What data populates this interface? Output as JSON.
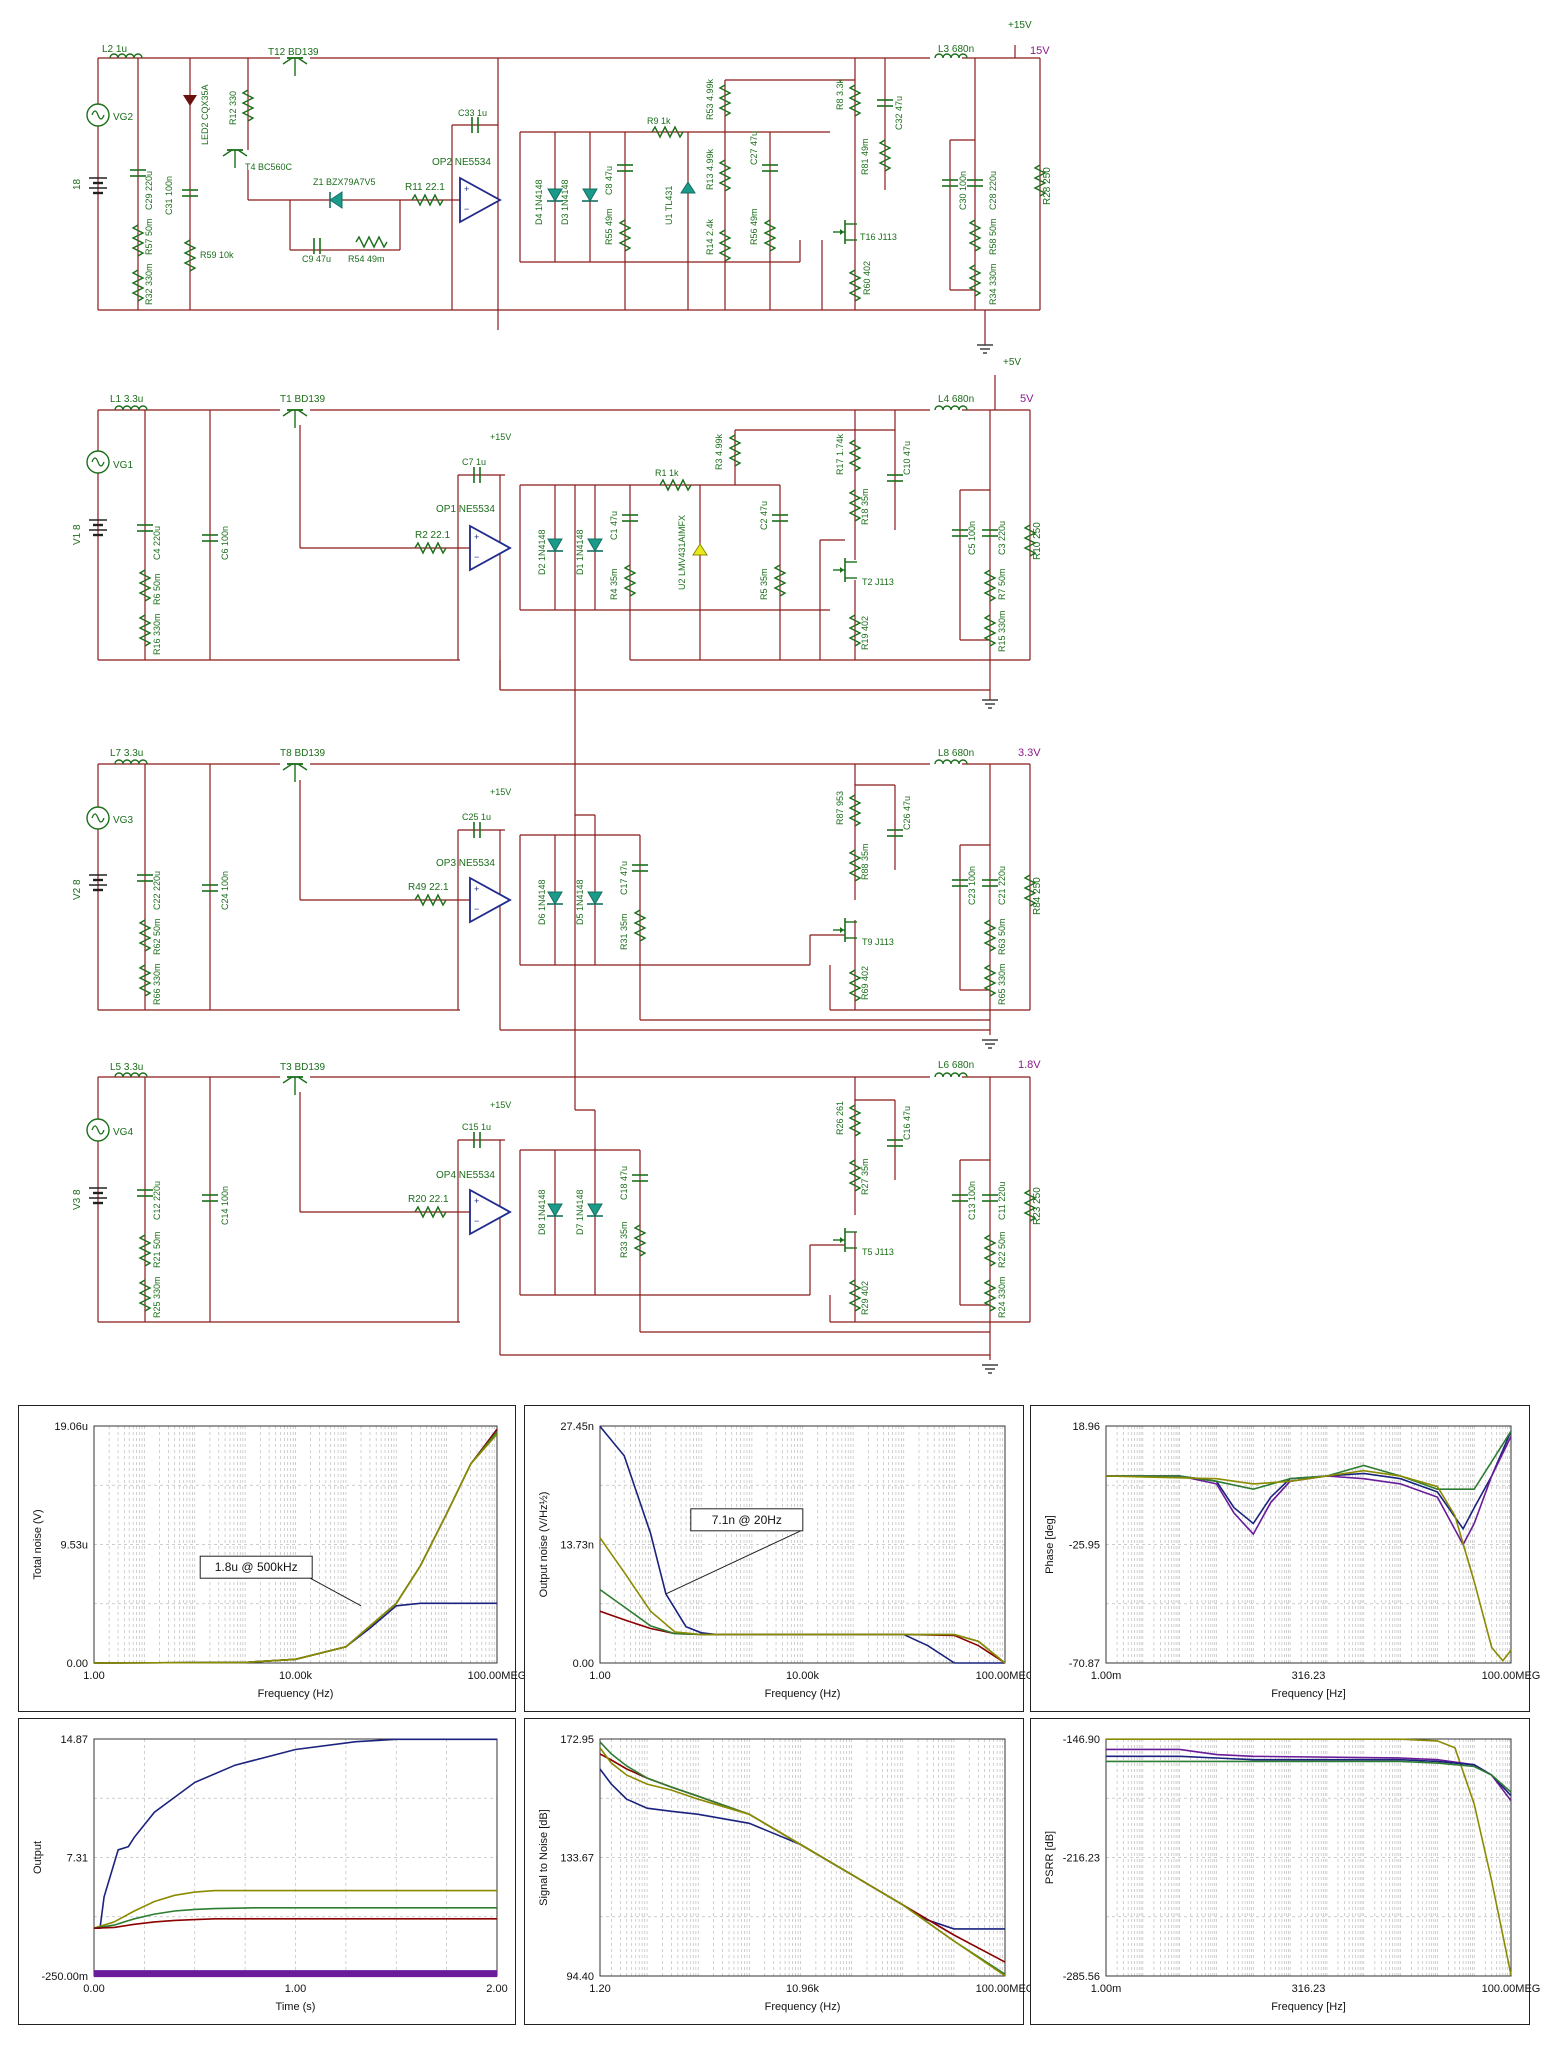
{
  "schematic": {
    "rails": [
      {
        "net": "15V",
        "source": "VG2",
        "battery": "18",
        "l_in": "L2 1u",
        "pass": "T12 BD139",
        "l_out": "L3 680n",
        "opamp": "OP2 NE5534",
        "r_drive": "R11 22.1",
        "load": "R28 250",
        "top_label": "+15V"
      },
      {
        "net": "5V",
        "source": "VG1",
        "battery": "V1 8",
        "l_in": "L1 3.3u",
        "pass": "T1 BD139",
        "l_out": "L4 680n",
        "opamp": "OP1 NE5534",
        "r_drive": "R2 22.1",
        "load": "R10 250",
        "top_label": "+5V"
      },
      {
        "net": "3.3V",
        "source": "VG3",
        "battery": "V2 8",
        "l_in": "L7 3.3u",
        "pass": "T8 BD139",
        "l_out": "L8 680n",
        "opamp": "OP3 NE5534",
        "r_drive": "R49 22.1",
        "load": "R84 250",
        "top_label": ""
      },
      {
        "net": "1.8V",
        "source": "VG4",
        "battery": "V3 8",
        "l_in": "L5 3.3u",
        "pass": "T3 BD139",
        "l_out": "L6 680n",
        "opamp": "OP4 NE5534",
        "r_drive": "R20 22.1",
        "load": "R23 250",
        "top_label": ""
      }
    ],
    "labels": {
      "r1": [
        "C29 220u",
        "R57 50m",
        "R32 330m",
        "C31 100n",
        "R59 10k",
        "LED2 CQX35A",
        "R12 330",
        "T4 BC560C",
        "Z1 BZX79A7V5",
        "C9 47u",
        "R54 49m",
        "C33 1u",
        "D4 1N4148",
        "D3 1N4148",
        "C8 47u",
        "R55 49m",
        "R9 1k",
        "R53 4.99k",
        "U1 TL431",
        "R13 4.99k",
        "R14 2.4k",
        "C27 47u",
        "R56 49m",
        "R8 3.3k",
        "R81 49m",
        "C32 47u",
        "T16 J113",
        "R60 402",
        "C30 100n",
        "C28 220u",
        "R58 50m",
        "R34 330m"
      ],
      "r2": [
        "C4 220u",
        "R6 50m",
        "R16 330m",
        "C6 100n",
        "C7 1u",
        "+15V",
        "D2 1N4148",
        "D1 1N4148",
        "C1 47u",
        "R4 35m",
        "R1 1k",
        "R3 4.99k",
        "U2 LMV431AIMFX",
        "C2 47u",
        "R5 35m",
        "R17 1.74k",
        "R18 35m",
        "C10 47u",
        "T2 J113",
        "R19 402",
        "C5 100n",
        "C3 220u",
        "R7 50m",
        "R15 330m"
      ],
      "r3": [
        "C22 220u",
        "R62 50m",
        "R66 330m",
        "C24 100n",
        "C25 1u",
        "+15V",
        "D6 1N4148",
        "D5 1N4148",
        "C17 47u",
        "R31 35m",
        "R87 953",
        "R88 35m",
        "C26 47u",
        "T9 J113",
        "R69 402",
        "C23 100n",
        "C21 220u",
        "R63 50m",
        "R65 330m"
      ],
      "r4": [
        "C12 220u",
        "R21 50m",
        "R25 330m",
        "C14 100n",
        "C15 1u",
        "+15V",
        "D8 1N4148",
        "D7 1N4148",
        "C18 47u",
        "R33 35m",
        "R26 261",
        "R27 35m",
        "C16 47u",
        "T5 J113",
        "R29 402",
        "C13 100n",
        "C11 220u",
        "R22 50m",
        "R24 330m"
      ]
    }
  },
  "plots": [
    {
      "id": "p1",
      "type": "line",
      "ylabel": "Total noise (V)",
      "xlabel": "Frequency (Hz)",
      "yticks": [
        "19.06u",
        "9.53u",
        "0.00"
      ],
      "xticks": [
        "1.00",
        "10.00k",
        "100.00MEG"
      ],
      "annotation": "1.8u @ 500kHz"
    },
    {
      "id": "p2",
      "type": "line",
      "ylabel": "Output noise (V/Hz½)",
      "xlabel": "Frequency (Hz)",
      "yticks": [
        "27.45n",
        "13.73n",
        "0.00"
      ],
      "xticks": [
        "1.00",
        "10.00k",
        "100.00MEG"
      ],
      "annotation": "7.1n @ 20Hz"
    },
    {
      "id": "p3",
      "type": "line",
      "ylabel": "Phase [deg]",
      "xlabel": "Frequency [Hz]",
      "yticks": [
        "18.96",
        "-25.95",
        "-70.87"
      ],
      "xticks": [
        "1.00m",
        "316.23",
        "100.00MEG"
      ],
      "annotation": ""
    },
    {
      "id": "p4",
      "type": "line",
      "ylabel": "Output",
      "xlabel": "Time (s)",
      "yticks": [
        "14.87",
        "7.31",
        "-250.00m"
      ],
      "xticks": [
        "0.00",
        "1.00",
        "2.00"
      ],
      "annotation": ""
    },
    {
      "id": "p5",
      "type": "line",
      "ylabel": "Signal to Noise [dB]",
      "xlabel": "Frequency (Hz)",
      "yticks": [
        "172.95",
        "133.67",
        "94.40"
      ],
      "xticks": [
        "1.20",
        "10.96k",
        "100.00MEG"
      ],
      "annotation": ""
    },
    {
      "id": "p6",
      "type": "line",
      "ylabel": "PSRR [dB]",
      "xlabel": "Frequency [Hz]",
      "yticks": [
        "-146.90",
        "-216.23",
        "-285.56"
      ],
      "xticks": [
        "1.00m",
        "316.23",
        "100.00MEG"
      ],
      "annotation": ""
    }
  ],
  "chart_data": [
    {
      "type": "line",
      "ylabel": "Total noise (V)",
      "xlabel": "Frequency (Hz)",
      "xscale": "log",
      "xlim": [
        1,
        100000000
      ],
      "ylim": [
        0,
        19.06
      ],
      "series": [
        {
          "color": "#1a237e",
          "x": [
            1,
            1000,
            10000,
            100000,
            300000,
            1000000,
            3000000,
            100000000
          ],
          "y": [
            0,
            0.05,
            0.3,
            1.3,
            2.8,
            4.6,
            4.8,
            4.8
          ]
        },
        {
          "color": "#8b0000",
          "x": [
            1,
            1000,
            10000,
            100000,
            1000000,
            3000000,
            10000000,
            30000000,
            100000000
          ],
          "y": [
            0,
            0.05,
            0.3,
            1.3,
            4.8,
            7.8,
            12,
            16,
            18.8
          ]
        },
        {
          "color": "#2e7d32",
          "x": [
            1,
            1000,
            10000,
            100000,
            1000000,
            3000000,
            10000000,
            30000000,
            100000000
          ],
          "y": [
            0,
            0.05,
            0.3,
            1.3,
            4.8,
            7.8,
            12,
            16,
            18.6
          ]
        },
        {
          "color": "#8b8b00",
          "x": [
            1,
            1000,
            10000,
            100000,
            1000000,
            3000000,
            10000000,
            30000000,
            100000000
          ],
          "y": [
            0,
            0.05,
            0.3,
            1.3,
            4.8,
            7.8,
            12,
            16,
            18.4
          ]
        }
      ]
    },
    {
      "type": "line",
      "ylabel": "Output noise (V/Hz½)",
      "xlabel": "Frequency (Hz)",
      "xscale": "log",
      "xlim": [
        1,
        100000000
      ],
      "ylim": [
        0,
        27.45
      ],
      "series": [
        {
          "color": "#1a237e",
          "x": [
            1,
            3,
            10,
            20,
            50,
            100,
            200,
            1000,
            100000,
            1000000,
            3000000,
            10000000,
            100000000
          ],
          "y": [
            27.4,
            24,
            15,
            8,
            4.2,
            3.5,
            3.3,
            3.3,
            3.3,
            3.3,
            2,
            0,
            0
          ]
        },
        {
          "color": "#8b0000",
          "x": [
            1,
            3,
            10,
            30,
            100,
            1000,
            1000000,
            10000000,
            30000000,
            100000000
          ],
          "y": [
            6,
            5,
            4,
            3.4,
            3.3,
            3.3,
            3.3,
            3.2,
            2,
            0
          ]
        },
        {
          "color": "#2e7d32",
          "x": [
            1,
            3,
            10,
            30,
            100,
            1000,
            1000000,
            10000000,
            30000000,
            100000000
          ],
          "y": [
            8.5,
            6.5,
            4.3,
            3.4,
            3.3,
            3.3,
            3.3,
            3.3,
            2.5,
            0
          ]
        },
        {
          "color": "#8b8b00",
          "x": [
            1,
            3,
            10,
            30,
            100,
            1000,
            1000000,
            10000000,
            30000000,
            100000000
          ],
          "y": [
            14.5,
            10.5,
            6,
            3.6,
            3.3,
            3.3,
            3.3,
            3.3,
            2.5,
            0
          ]
        }
      ]
    },
    {
      "type": "line",
      "ylabel": "Phase [deg]",
      "xlabel": "Frequency [Hz]",
      "xscale": "log",
      "xlim": [
        0.001,
        100000000
      ],
      "ylim": [
        -70.87,
        18.96
      ],
      "series": [
        {
          "color": "#1a237e",
          "x": [
            0.001,
            0.1,
            1,
            3,
            10,
            30,
            100,
            1000,
            10000,
            100000,
            1000000,
            5000000,
            10000000,
            30000000,
            100000000
          ],
          "y": [
            0,
            0,
            -2,
            -12,
            -18,
            -8,
            -1,
            0,
            1,
            -1,
            -6,
            -20,
            -12,
            0,
            17
          ]
        },
        {
          "color": "#6a1b9a",
          "x": [
            0.001,
            0.1,
            1,
            3,
            10,
            30,
            100,
            1000,
            10000,
            100000,
            1000000,
            5000000,
            10000000,
            30000000,
            100000000
          ],
          "y": [
            0,
            0,
            -3,
            -14,
            -22,
            -10,
            -2,
            0,
            -1,
            -3,
            -8,
            -26,
            -18,
            0,
            15
          ]
        },
        {
          "color": "#2e7d32",
          "x": [
            0.001,
            0.1,
            1,
            10,
            100,
            1000,
            10000,
            100000,
            1000000,
            10000000,
            100000000
          ],
          "y": [
            0,
            0,
            -2,
            -5,
            -1,
            0,
            4,
            0,
            -5,
            -5,
            17
          ]
        },
        {
          "color": "#8b8b00",
          "x": [
            0.001,
            1,
            10,
            100,
            1000,
            10000,
            100000,
            1000000,
            3000000,
            10000000,
            30000000,
            60000000,
            100000000
          ],
          "y": [
            0,
            -1,
            -3,
            -2,
            0,
            2,
            0,
            -4,
            -15,
            -40,
            -65,
            -70,
            -66
          ]
        }
      ]
    },
    {
      "type": "line",
      "ylabel": "Output",
      "xlabel": "Time (s)",
      "xlim": [
        0,
        2
      ],
      "ylim": [
        -0.25,
        14.87
      ],
      "series": [
        {
          "color": "#1a237e",
          "x": [
            0,
            0.03,
            0.05,
            0.12,
            0.17,
            0.2,
            0.3,
            0.5,
            0.7,
            1.0,
            1.3,
            1.5,
            2.0
          ],
          "y": [
            2.8,
            2.8,
            4.8,
            7.8,
            8.0,
            8.6,
            10.2,
            12.1,
            13.2,
            14.2,
            14.7,
            14.85,
            14.85
          ]
        },
        {
          "color": "#8b8b00",
          "x": [
            0,
            0.1,
            0.2,
            0.3,
            0.4,
            0.5,
            0.6,
            0.8,
            2.0
          ],
          "y": [
            2.8,
            3.2,
            3.9,
            4.5,
            4.9,
            5.1,
            5.2,
            5.2,
            5.2
          ]
        },
        {
          "color": "#2e7d32",
          "x": [
            0,
            0.1,
            0.2,
            0.3,
            0.4,
            0.5,
            0.6,
            0.8,
            2.0
          ],
          "y": [
            2.8,
            3.0,
            3.4,
            3.7,
            3.9,
            4.0,
            4.05,
            4.1,
            4.1
          ]
        },
        {
          "color": "#8b0000",
          "x": [
            0,
            0.1,
            0.2,
            0.3,
            0.4,
            0.5,
            0.6,
            0.8,
            2.0
          ],
          "y": [
            2.8,
            2.85,
            3.05,
            3.2,
            3.3,
            3.35,
            3.4,
            3.4,
            3.4
          ]
        },
        {
          "color": "#6a1b9a",
          "x": [
            0,
            2.0
          ],
          "y": [
            -0.1,
            -0.1
          ]
        }
      ]
    },
    {
      "type": "line",
      "ylabel": "Signal to Noise [dB]",
      "xlabel": "Frequency (Hz)",
      "xscale": "log",
      "xlim": [
        1.2,
        100000000
      ],
      "ylim": [
        94.4,
        172.95
      ],
      "series": [
        {
          "color": "#1a237e",
          "x": [
            1.2,
            2,
            4,
            10,
            30,
            100,
            1000,
            10000,
            100000,
            1000000,
            3000000,
            10000000,
            30000000,
            100000000
          ],
          "y": [
            163,
            158,
            153,
            150,
            149,
            148,
            145,
            138,
            128,
            118,
            113,
            110,
            110,
            110
          ]
        },
        {
          "color": "#8b0000",
          "x": [
            1.2,
            2,
            4,
            10,
            30,
            100,
            1000,
            10000,
            100000,
            1000000,
            10000000,
            100000000
          ],
          "y": [
            168,
            166,
            163,
            160,
            157,
            154,
            148,
            138,
            128,
            118,
            108,
            99
          ]
        },
        {
          "color": "#2e7d32",
          "x": [
            1.2,
            2,
            4,
            10,
            30,
            100,
            1000,
            10000,
            100000,
            1000000,
            10000000,
            100000000
          ],
          "y": [
            172,
            168,
            164,
            160,
            157,
            154,
            148,
            138,
            128,
            118,
            106,
            95
          ]
        },
        {
          "color": "#8b8b00",
          "x": [
            1.2,
            2,
            4,
            10,
            30,
            100,
            1000,
            10000,
            100000,
            1000000,
            10000000,
            100000000
          ],
          "y": [
            170,
            165,
            161,
            158,
            156,
            153,
            148,
            138,
            128,
            118,
            106,
            94.5
          ]
        }
      ]
    },
    {
      "type": "line",
      "ylabel": "PSRR [dB]",
      "xlabel": "Frequency [Hz]",
      "xscale": "log",
      "xlim": [
        0.001,
        100000000
      ],
      "ylim": [
        -285.56,
        -146.9
      ],
      "series": [
        {
          "color": "#8b8b00",
          "x": [
            0.001,
            100000,
            1000000,
            3000000,
            10000000,
            30000000,
            100000000
          ],
          "y": [
            -147,
            -147,
            -148,
            -152,
            -185,
            -230,
            -285
          ]
        },
        {
          "color": "#6a1b9a",
          "x": [
            0.001,
            0.1,
            1,
            10,
            100000,
            1000000,
            10000000,
            30000000,
            100000000
          ],
          "y": [
            -153,
            -153,
            -156,
            -157,
            -158,
            -159,
            -162,
            -168,
            -183
          ]
        },
        {
          "color": "#1a237e",
          "x": [
            0.001,
            0.1,
            1,
            10,
            100000,
            1000000,
            10000000,
            30000000,
            100000000
          ],
          "y": [
            -157,
            -157,
            -158,
            -159,
            -159,
            -160,
            -162,
            -168,
            -180
          ]
        },
        {
          "color": "#2e7d32",
          "x": [
            0.001,
            0.1,
            1,
            10,
            100000,
            1000000,
            10000000,
            30000000,
            100000000
          ],
          "y": [
            -160,
            -160,
            -160,
            -160,
            -160,
            -161,
            -163,
            -168,
            -178
          ]
        }
      ]
    }
  ]
}
